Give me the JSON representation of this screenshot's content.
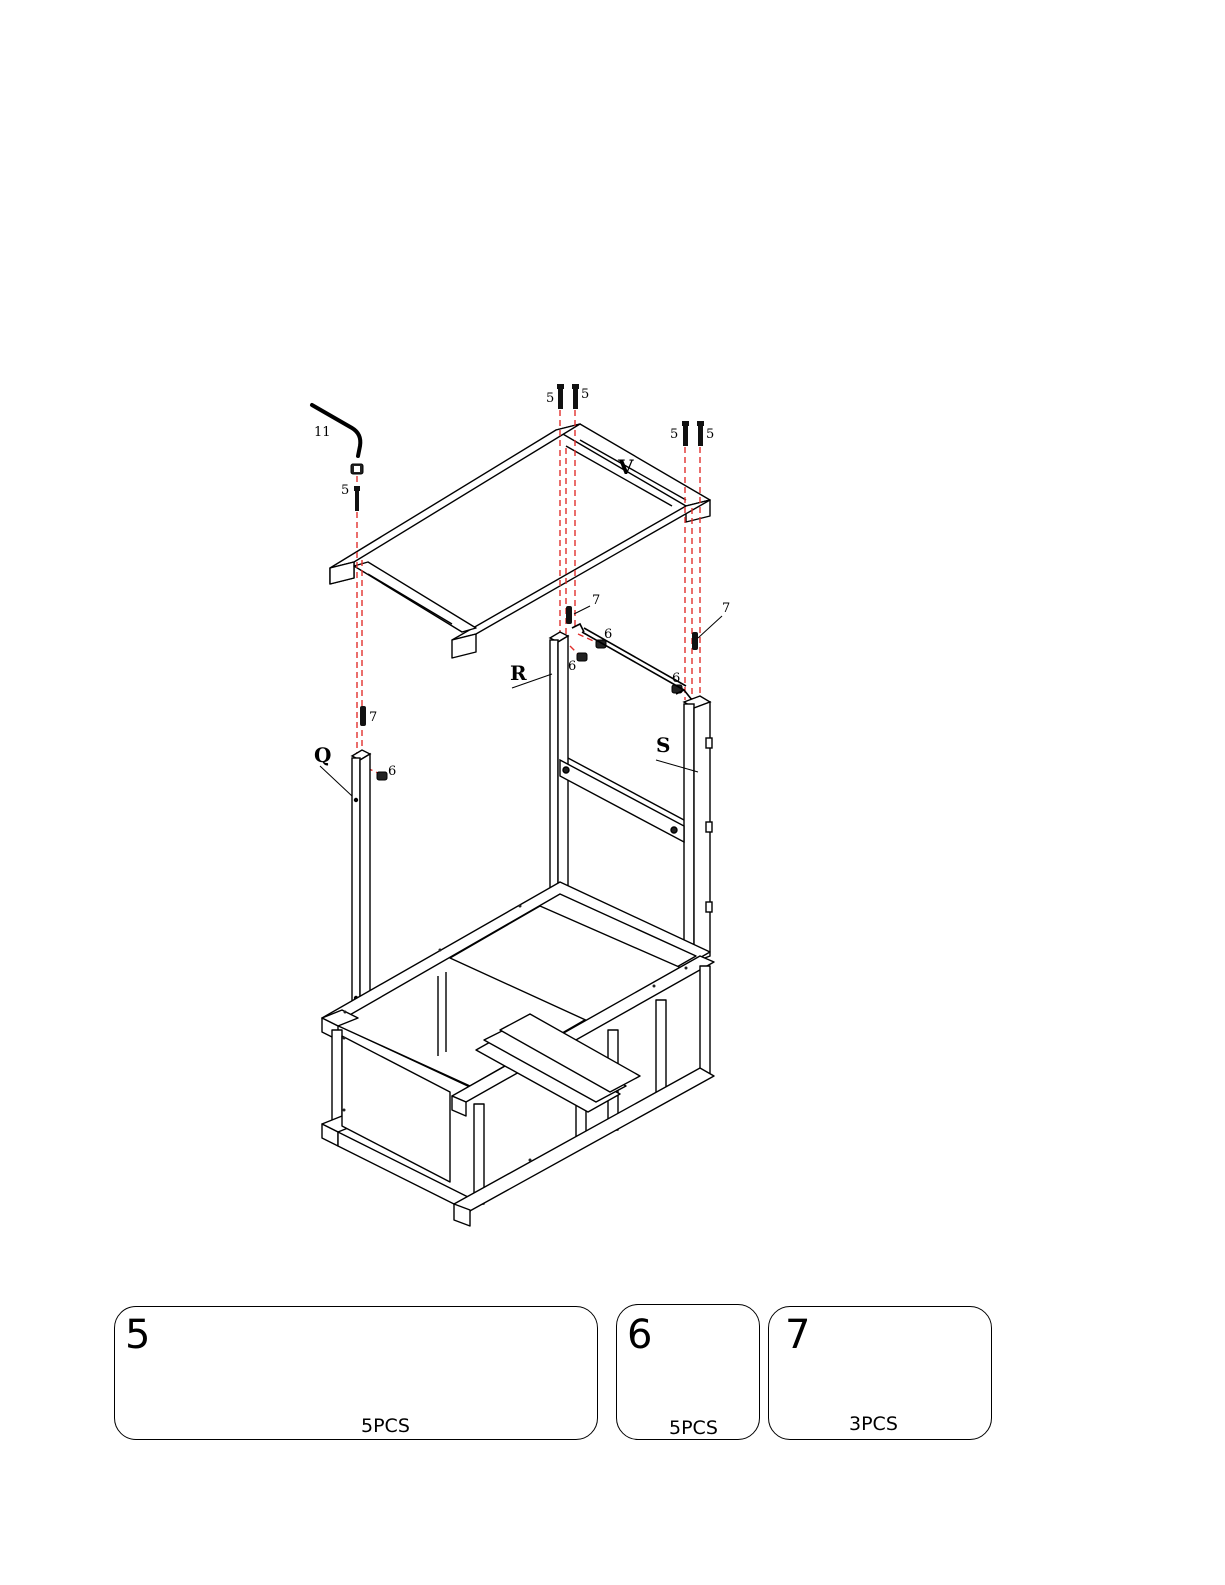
{
  "labels": {
    "wrench": "11",
    "screw": "5",
    "cap": "6",
    "pin": "7",
    "part_q": "Q",
    "part_r": "R",
    "part_s": "S",
    "part_v": "V"
  },
  "hardware": [
    {
      "number": "5",
      "quantity": "5PCS",
      "icon": "bolt-icon"
    },
    {
      "number": "6",
      "quantity": "5PCS",
      "icon": "barrel-nut-icon"
    },
    {
      "number": "7",
      "quantity": "3PCS",
      "icon": "dowel-pin-icon"
    }
  ],
  "colors": {
    "line": "#000000",
    "guide": "#e0302d",
    "fill": "#ffffff"
  }
}
